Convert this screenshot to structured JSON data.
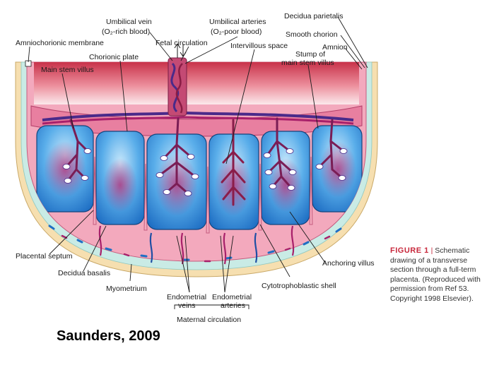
{
  "labels": {
    "umbilical_vein_1": "Umbilical vein",
    "umbilical_vein_2": "(O₂-rich blood)",
    "umbilical_arteries_1": "Umbilical arteries",
    "umbilical_arteries_2": "(O₂-poor blood)",
    "decidua_parietalis": "Decidua parietalis",
    "smooth_chorion": "Smooth chorion",
    "amnion": "Amnion",
    "amniochorionic_membrane": "Amniochorionic membrane",
    "fetal_circulation": "Fetal circulation",
    "intervillous_space": "Intervillous space",
    "chorionic_plate": "Chorionic plate",
    "stump_1": "Stump of",
    "stump_2": "main stem villus",
    "main_stem_villus": "Main stem villus",
    "placental_septum": "Placental septum",
    "decidua_basalis": "Decidua basalis",
    "myometrium": "Myometrium",
    "anchoring_villus": "Anchoring villus",
    "cytotrophoblastic_shell": "Cytotrophoblastic shell",
    "endometrial_veins_1": "Endometrial",
    "endometrial_veins_2": "veins",
    "endometrial_arteries_1": "Endometrial",
    "endometrial_arteries_2": "arteries",
    "maternal_circulation": "Maternal circulation"
  },
  "caption": {
    "figure_label": "FIGURE 1",
    "separator": "|",
    "text": " Schematic drawing of a transverse section through a full-term placenta. (Reproduced with permission from Ref 53. Copyright 1998 Elsevier)."
  },
  "credit": "Saunders, 2009",
  "colors": {
    "amniotic_top": "#c8324a",
    "amniotic_bottom": "#fbe9ec",
    "chorionic_plate": "#e87fa0",
    "intervillous_blue": "#2a7fd0",
    "villus_magenta": "#a8206a",
    "decidua": "#c9ebe5",
    "myometrium": "#f6dfb0",
    "caption_accent": "#c8283c"
  }
}
